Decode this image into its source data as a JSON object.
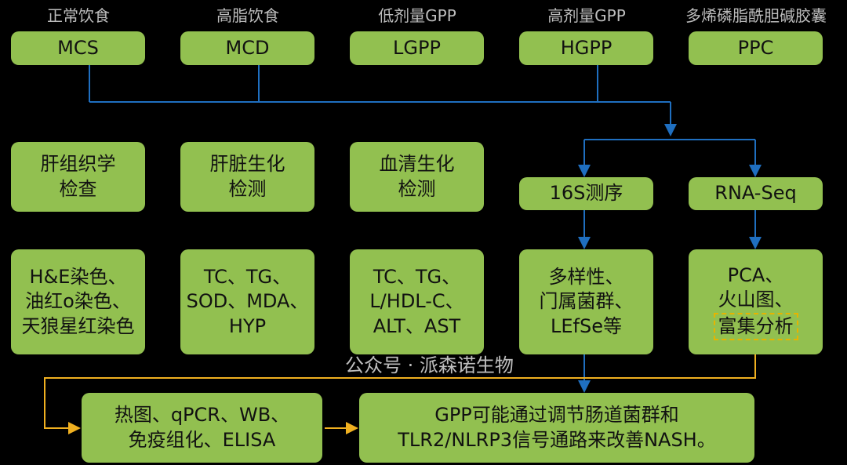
{
  "groups": [
    {
      "label": "正常饮食",
      "name": "MCS"
    },
    {
      "label": "高脂饮食",
      "name": "MCD"
    },
    {
      "label": "低剂量GPP",
      "name": "LGPP"
    },
    {
      "label": "高剂量GPP",
      "name": "HGPP"
    },
    {
      "label": "多烯磷脂酰胆碱胶囊",
      "name": "PPC"
    }
  ],
  "assays": [
    [
      "肝组织学",
      "检查"
    ],
    [
      "肝脏生化",
      "检测"
    ],
    [
      "血清生化",
      "检测"
    ]
  ],
  "sequencing": [
    "16S测序",
    "RNA-Seq"
  ],
  "details": [
    [
      "H&E染色、",
      "油红o染色、",
      "天狼星红染色"
    ],
    [
      "TC、TG、",
      "SOD、MDA、",
      "HYP"
    ],
    [
      "TC、TG、",
      "L/HDL-C、",
      "ALT、AST"
    ],
    [
      "多样性、",
      "门属菌群、",
      "LEfSe等"
    ],
    [
      "PCA、",
      "火山图、",
      "富集分析"
    ]
  ],
  "validation": [
    "热图、qPCR、WB、",
    "免疫组化、ELISA"
  ],
  "conclusion": [
    "GPP可能通过调节肠道菌群和",
    "TLR2/NLRP3信号通路来改善NASH。"
  ],
  "watermark": "公众号 · 派森诺生物",
  "colors": {
    "box": "#92c050",
    "blue_line": "#1f6fc0",
    "orange_line": "#f0b020"
  }
}
